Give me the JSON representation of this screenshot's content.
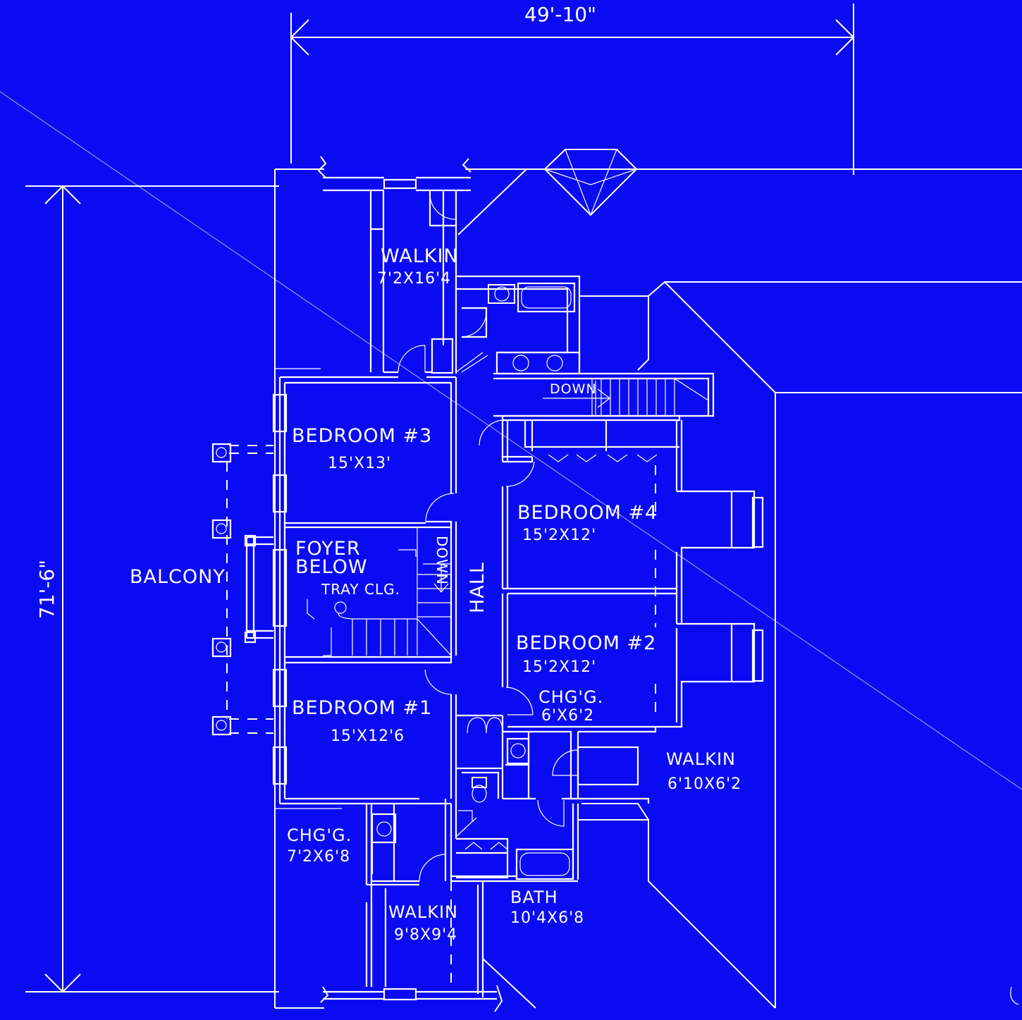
{
  "dimensions": {
    "overall_width": "49'-10\"",
    "overall_depth": "71'-6\""
  },
  "rooms": {
    "walkin_top": {
      "name": "WALKIN",
      "size": "7'2X16'4"
    },
    "bedroom3": {
      "name": "BEDROOM #3",
      "size": "15'X13'"
    },
    "bedroom4": {
      "name": "BEDROOM #4",
      "size": "15'2X12'"
    },
    "bedroom2": {
      "name": "BEDROOM #2",
      "size": "15'2X12'"
    },
    "bedroom1": {
      "name": "BEDROOM #1",
      "size": "15'X12'6"
    },
    "chg_right": {
      "name": "CHG'G.",
      "size": "6'X6'2"
    },
    "walkin_right": {
      "name": "WALKIN",
      "size": "6'10X6'2"
    },
    "chg_left": {
      "name": "CHG'G.",
      "size": "7'2X6'8"
    },
    "walkin_bottom": {
      "name": "WALKIN",
      "size": "9'8X9'4"
    },
    "bath": {
      "name": "BATH",
      "size": "10'4X6'8"
    }
  },
  "labels": {
    "balcony": "BALCONY",
    "foyer_line1": "FOYER",
    "foyer_line2": "BELOW",
    "tray": "TRAY CLG.",
    "hall": "HALL",
    "down_main": "DOWN",
    "down_foyer": "DOWN"
  }
}
